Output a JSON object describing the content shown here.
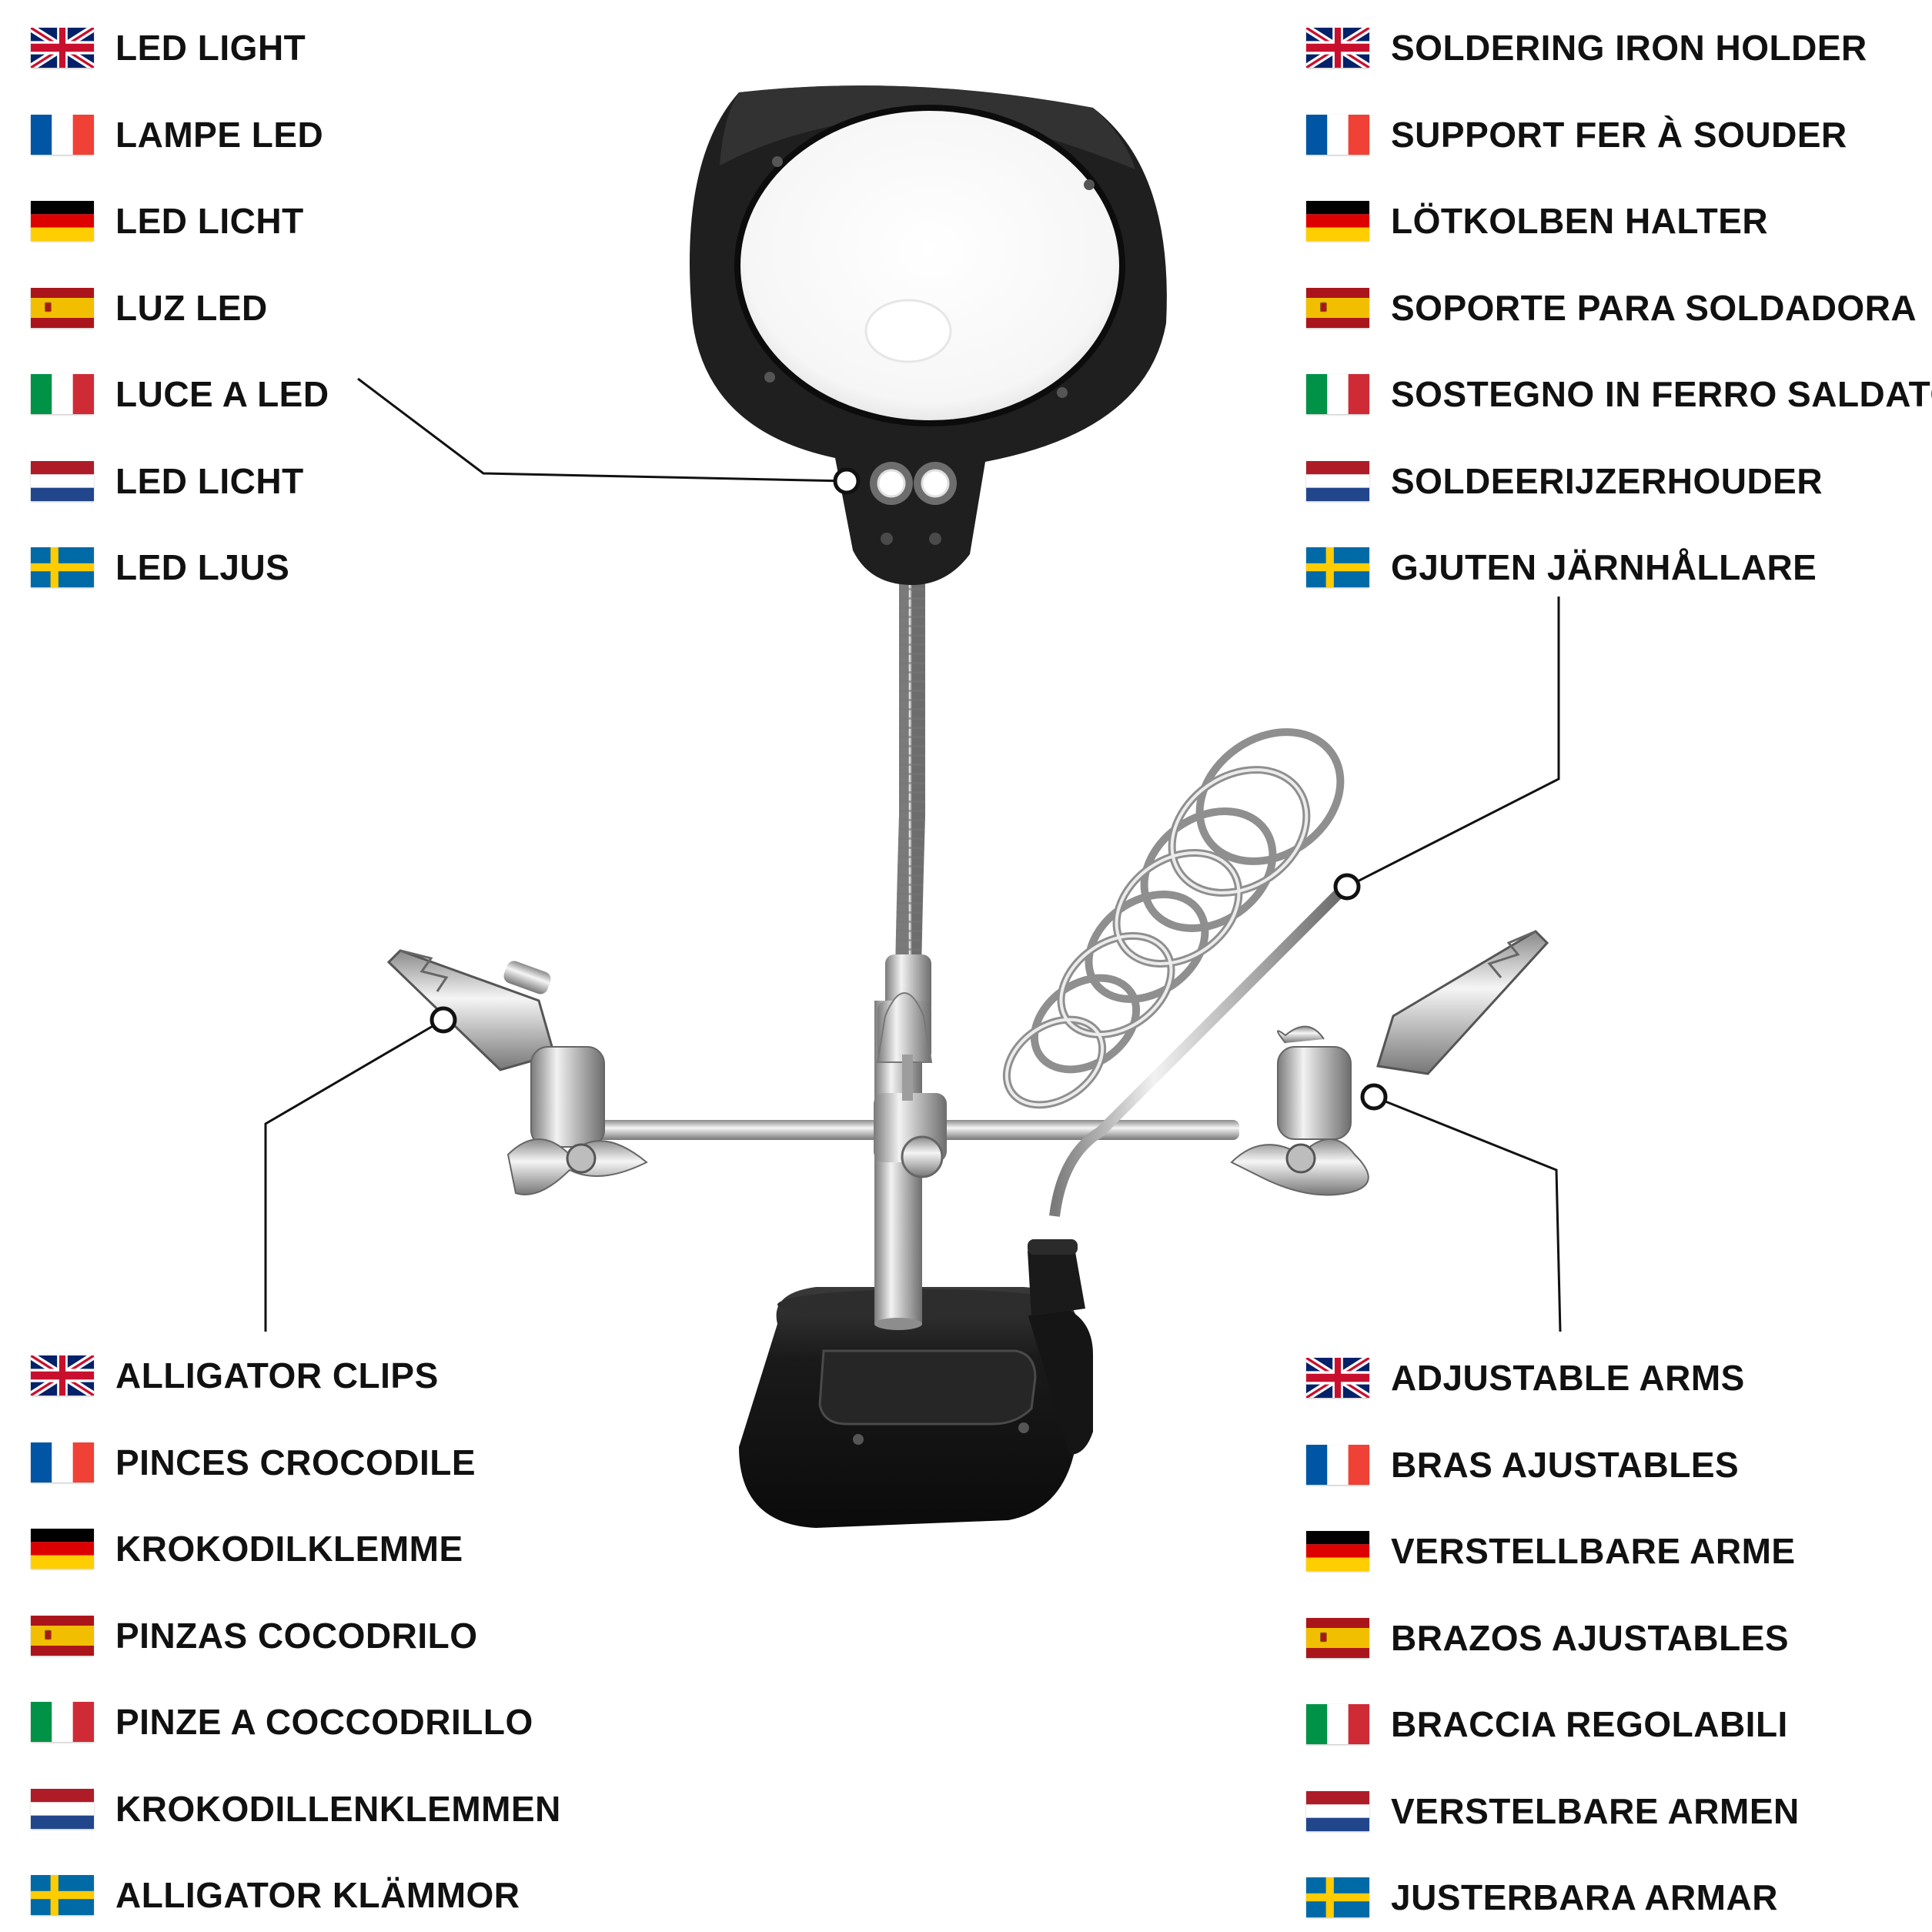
{
  "colors": {
    "text": "#111111",
    "leader_line": "#111111",
    "stand_black": "#1c1c1c",
    "chrome": "#c8c8c8"
  },
  "groups": {
    "led_light": {
      "items": [
        {
          "flag": "uk-flag-icon",
          "label": "LED LIGHT"
        },
        {
          "flag": "france-flag-icon",
          "label": "LAMPE LED"
        },
        {
          "flag": "germany-flag-icon",
          "label": "LED LICHT"
        },
        {
          "flag": "spain-flag-icon",
          "label": "LUZ LED"
        },
        {
          "flag": "italy-flag-icon",
          "label": "LUCE A LED"
        },
        {
          "flag": "netherlands-flag-icon",
          "label": "LED LICHT"
        },
        {
          "flag": "sweden-flag-icon",
          "label": "LED LJUS"
        }
      ]
    },
    "soldering_iron_holder": {
      "items": [
        {
          "flag": "uk-flag-icon",
          "label": "SOLDERING IRON HOLDER"
        },
        {
          "flag": "france-flag-icon",
          "label": "SUPPORT FER À SOUDER"
        },
        {
          "flag": "germany-flag-icon",
          "label": "LÖTKOLBEN HALTER"
        },
        {
          "flag": "spain-flag-icon",
          "label": "SOPORTE PARA SOLDADORA"
        },
        {
          "flag": "italy-flag-icon",
          "label": "SOSTEGNO IN FERRO SALDATO"
        },
        {
          "flag": "netherlands-flag-icon",
          "label": "SOLDEERIJZERHOUDER"
        },
        {
          "flag": "sweden-flag-icon",
          "label": "GJUTEN JÄRNHÅLLARE"
        }
      ]
    },
    "alligator_clips": {
      "items": [
        {
          "flag": "uk-flag-icon",
          "label": "ALLIGATOR CLIPS"
        },
        {
          "flag": "france-flag-icon",
          "label": "PINCES CROCODILE"
        },
        {
          "flag": "germany-flag-icon",
          "label": "KROKODILKLEMME"
        },
        {
          "flag": "spain-flag-icon",
          "label": "PINZAS COCODRILO"
        },
        {
          "flag": "italy-flag-icon",
          "label": "PINZE A COCCODRILLO"
        },
        {
          "flag": "netherlands-flag-icon",
          "label": "KROKODILLENKLEMMEN"
        },
        {
          "flag": "sweden-flag-icon",
          "label": "ALLIGATOR KLÄMMOR"
        }
      ]
    },
    "adjustable_arms": {
      "items": [
        {
          "flag": "uk-flag-icon",
          "label": "ADJUSTABLE ARMS"
        },
        {
          "flag": "france-flag-icon",
          "label": "BRAS AJUSTABLES"
        },
        {
          "flag": "germany-flag-icon",
          "label": "VERSTELLBARE ARME"
        },
        {
          "flag": "spain-flag-icon",
          "label": "BRAZOS AJUSTABLES"
        },
        {
          "flag": "italy-flag-icon",
          "label": "BRACCIA REGOLABILI"
        },
        {
          "flag": "netherlands-flag-icon",
          "label": "VERSTELBARE ARMEN"
        },
        {
          "flag": "sweden-flag-icon",
          "label": "JUSTERBARA ARMAR"
        }
      ]
    }
  }
}
